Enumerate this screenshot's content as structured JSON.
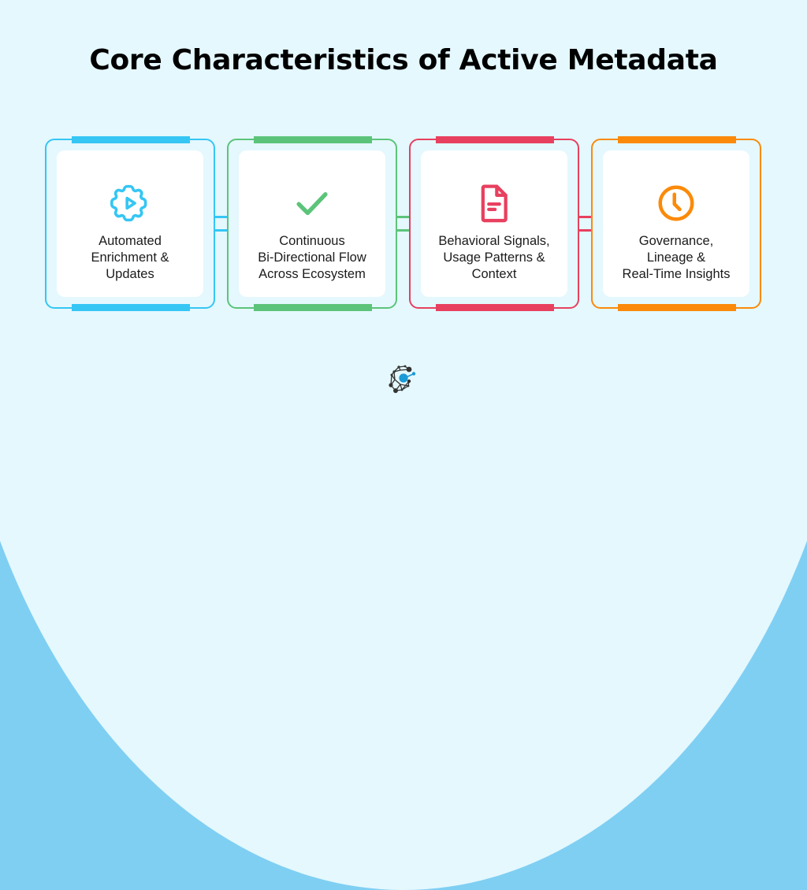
{
  "title": "Core Characteristics of Active Metadata",
  "colors": {
    "background_outer": "#7fcff3",
    "background_inner": "#e4f8fe",
    "blue": "#35c6f4",
    "green": "#5cc47a",
    "red": "#e8405f",
    "orange": "#fb8a0a",
    "logo_dark": "#333333",
    "logo_accent": "#1a9ad6"
  },
  "cards": [
    {
      "icon": "gear-play-icon",
      "color": "#35c6f4",
      "lines": [
        "Automated",
        "Enrichment &",
        "Updates"
      ]
    },
    {
      "icon": "checkmark-icon",
      "color": "#5cc47a",
      "lines": [
        "Continuous",
        "Bi-Directional Flow",
        "Across Ecosystem"
      ]
    },
    {
      "icon": "document-icon",
      "color": "#e8405f",
      "lines": [
        "Behavioral Signals,",
        "Usage Patterns &",
        "Context"
      ]
    },
    {
      "icon": "clock-icon",
      "color": "#fb8a0a",
      "lines": [
        "Governance,",
        "Lineage &",
        "Real-Time Insights"
      ]
    }
  ],
  "footer": {
    "logo": "network-logo-icon"
  }
}
